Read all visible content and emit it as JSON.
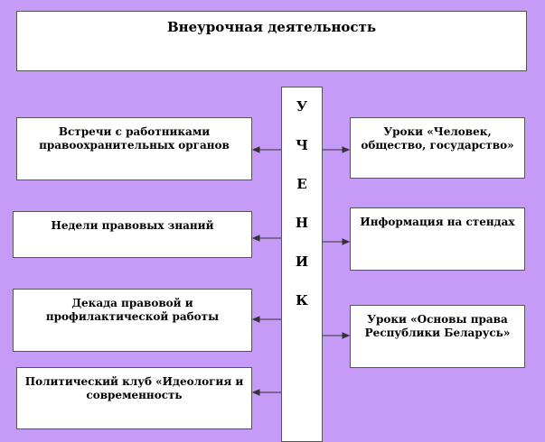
{
  "title": "Внеурочная деятельность",
  "student_letters": [
    "У",
    "Ч",
    "Е",
    "Н",
    "И",
    "К"
  ],
  "left_boxes": [
    "Встречи с работниками правоохранительных органов",
    "Недели правовых знаний",
    "Декада правовой и профилактической работы",
    "Политический клуб «Идеология и современность"
  ],
  "right_boxes": [
    "Уроки «Человек, общество, государство»",
    "Информация на стендах",
    "Уроки «Основы права Республики Беларусь»"
  ]
}
